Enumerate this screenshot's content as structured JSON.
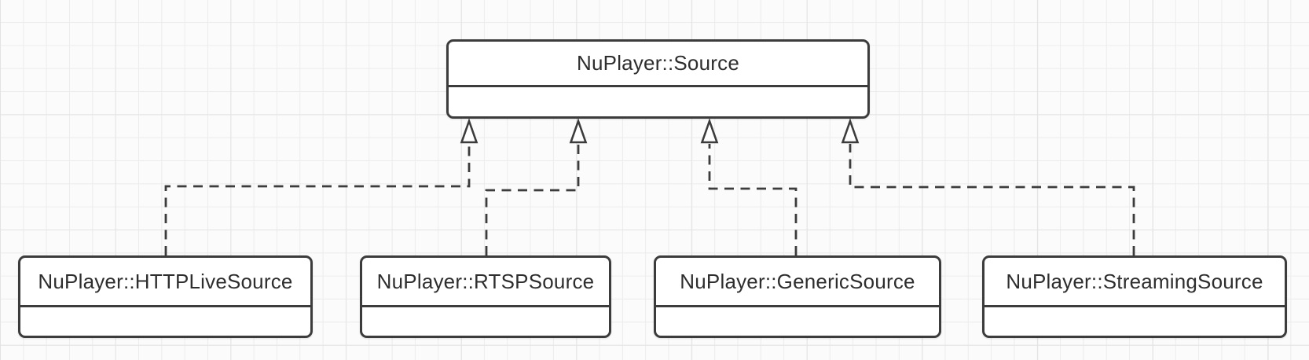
{
  "diagram_type": "uml-class-diagram",
  "classes": {
    "parent": {
      "name": "NuPlayer::Source"
    },
    "children": [
      {
        "name": "NuPlayer::HTTPLiveSource"
      },
      {
        "name": "NuPlayer::RTSPSource"
      },
      {
        "name": "NuPlayer::GenericSource"
      },
      {
        "name": "NuPlayer::StreamingSource"
      }
    ]
  },
  "relationships": [
    {
      "from": "NuPlayer::HTTPLiveSource",
      "to": "NuPlayer::Source",
      "style": "dashed-hollow-triangle"
    },
    {
      "from": "NuPlayer::RTSPSource",
      "to": "NuPlayer::Source",
      "style": "dashed-hollow-triangle"
    },
    {
      "from": "NuPlayer::GenericSource",
      "to": "NuPlayer::Source",
      "style": "dashed-hollow-triangle"
    },
    {
      "from": "NuPlayer::StreamingSource",
      "to": "NuPlayer::Source",
      "style": "dashed-hollow-triangle"
    }
  ],
  "colors": {
    "stroke": "#3c3c3c",
    "box_fill": "#ffffff",
    "text": "#2e2e2e",
    "canvas_bg": "#fbfbfb",
    "grid_line": "#ececec"
  }
}
